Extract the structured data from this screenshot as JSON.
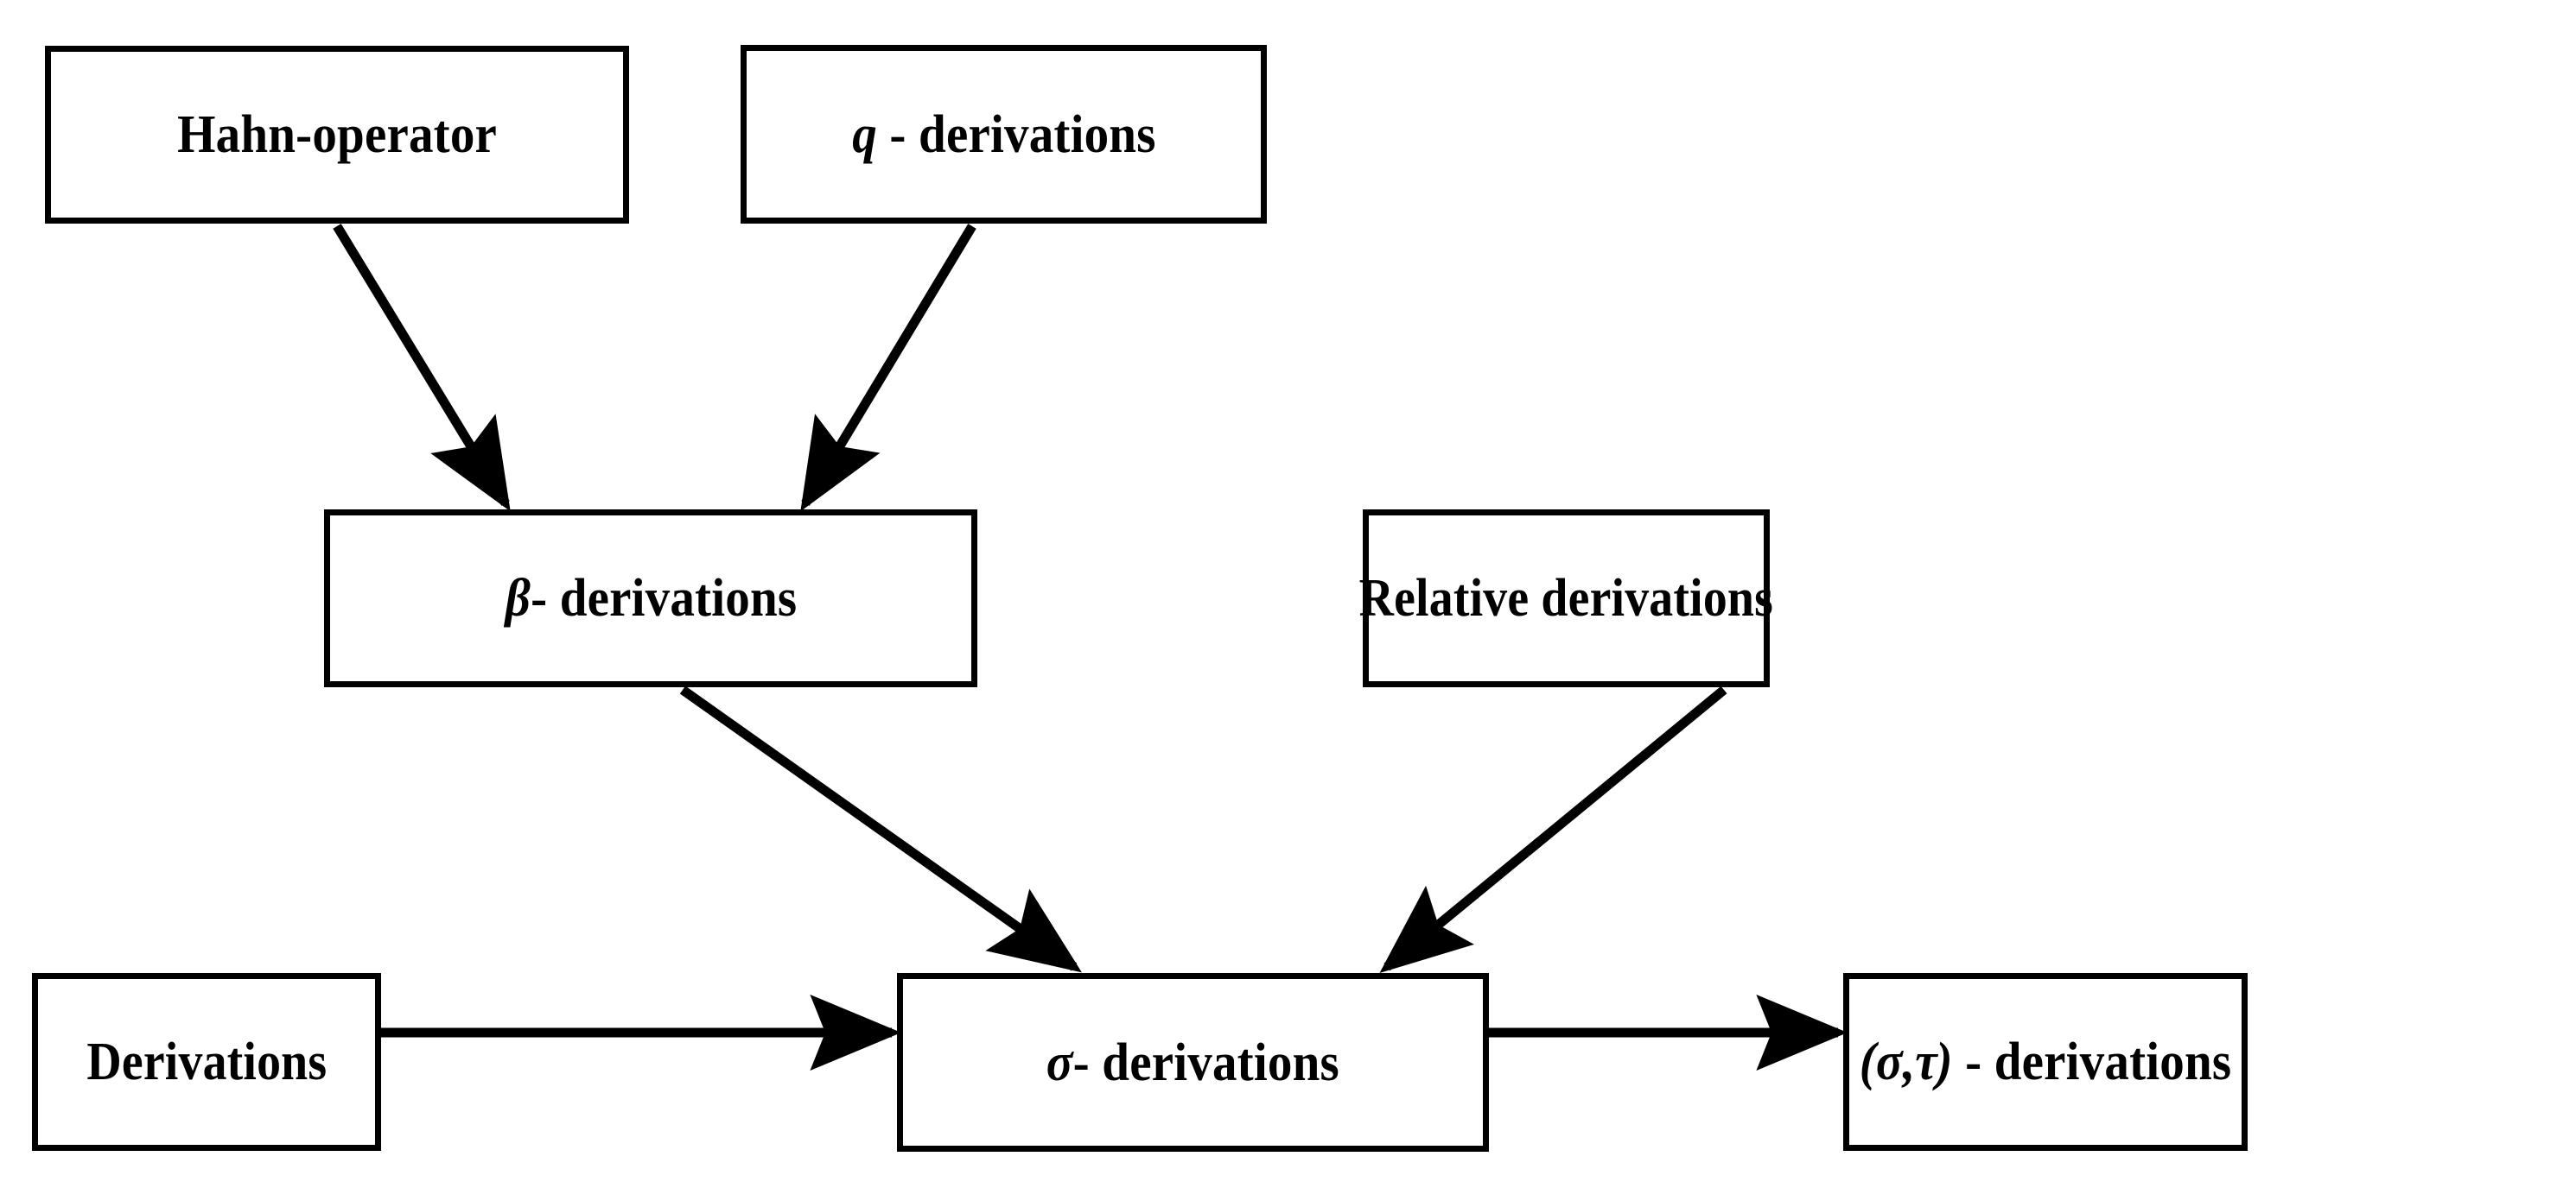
{
  "diagram": {
    "title": "Hierarchy of derivation concepts",
    "type": "flow-diagram",
    "background_color": "#ffffff",
    "line_color": "#000000",
    "box_border_color": "#000000",
    "box_fill_color": "#ffffff",
    "nodes": [
      {
        "id": "hahn",
        "label": "Hahn-operator",
        "label_plain": "Hahn-operator"
      },
      {
        "id": "qderiv",
        "label": "q - derivations",
        "symbol": "q",
        "suffix": " - derivations"
      },
      {
        "id": "betaderiv",
        "label": "β - derivations",
        "symbol": "β",
        "suffix": "- derivations"
      },
      {
        "id": "relderiv",
        "label": "Relative derivations",
        "label_plain": "Relative derivations"
      },
      {
        "id": "deriv",
        "label": "Derivations",
        "label_plain": "Derivations"
      },
      {
        "id": "sigma",
        "label": "σ - derivations",
        "symbol": "σ",
        "suffix": "- derivations"
      },
      {
        "id": "sigmatau",
        "label": "(σ , τ) - derivations",
        "open_paren": "(",
        "symbol1": "σ",
        "comma": ",",
        "symbol2": "τ",
        "close_paren": ")",
        "suffix": " - derivations"
      }
    ],
    "edges": [
      {
        "from": "hahn",
        "to": "betaderiv",
        "style": "diagonal-arrow",
        "direction": "down-right"
      },
      {
        "from": "qderiv",
        "to": "betaderiv",
        "style": "diagonal-arrow",
        "direction": "down-left"
      },
      {
        "from": "betaderiv",
        "to": "sigma",
        "style": "diagonal-arrow",
        "direction": "down-right"
      },
      {
        "from": "relderiv",
        "to": "sigma",
        "style": "diagonal-arrow",
        "direction": "down-left"
      },
      {
        "from": "deriv",
        "to": "sigma",
        "style": "horizontal-arrow",
        "direction": "right"
      },
      {
        "from": "sigma",
        "to": "sigmatau",
        "style": "horizontal-arrow",
        "direction": "right"
      }
    ]
  }
}
